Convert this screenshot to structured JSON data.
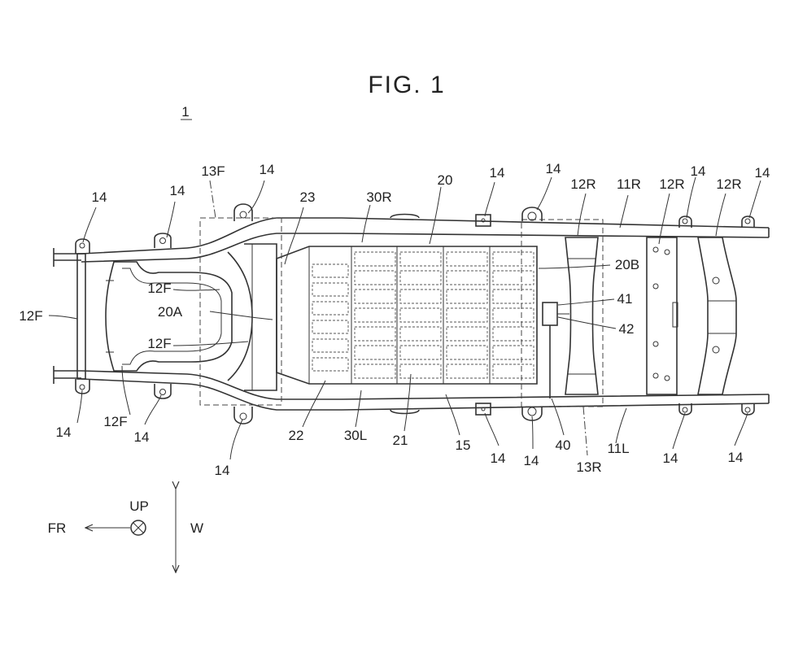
{
  "figure": {
    "title": "FIG. 1",
    "ref_numeral": "1",
    "labels": {
      "13F": "13F",
      "23": "23",
      "30R": "30R",
      "20": "20",
      "12R": "12R",
      "11R": "11R",
      "12F": "12F",
      "20A": "20A",
      "20B": "20B",
      "41": "41",
      "42": "42",
      "22": "22",
      "30L": "30L",
      "21": "21",
      "15": "15",
      "40": "40",
      "11L": "11L",
      "13R": "13R",
      "14": "14"
    },
    "direction": {
      "fr": "FR",
      "up": "UP",
      "w": "W"
    }
  }
}
